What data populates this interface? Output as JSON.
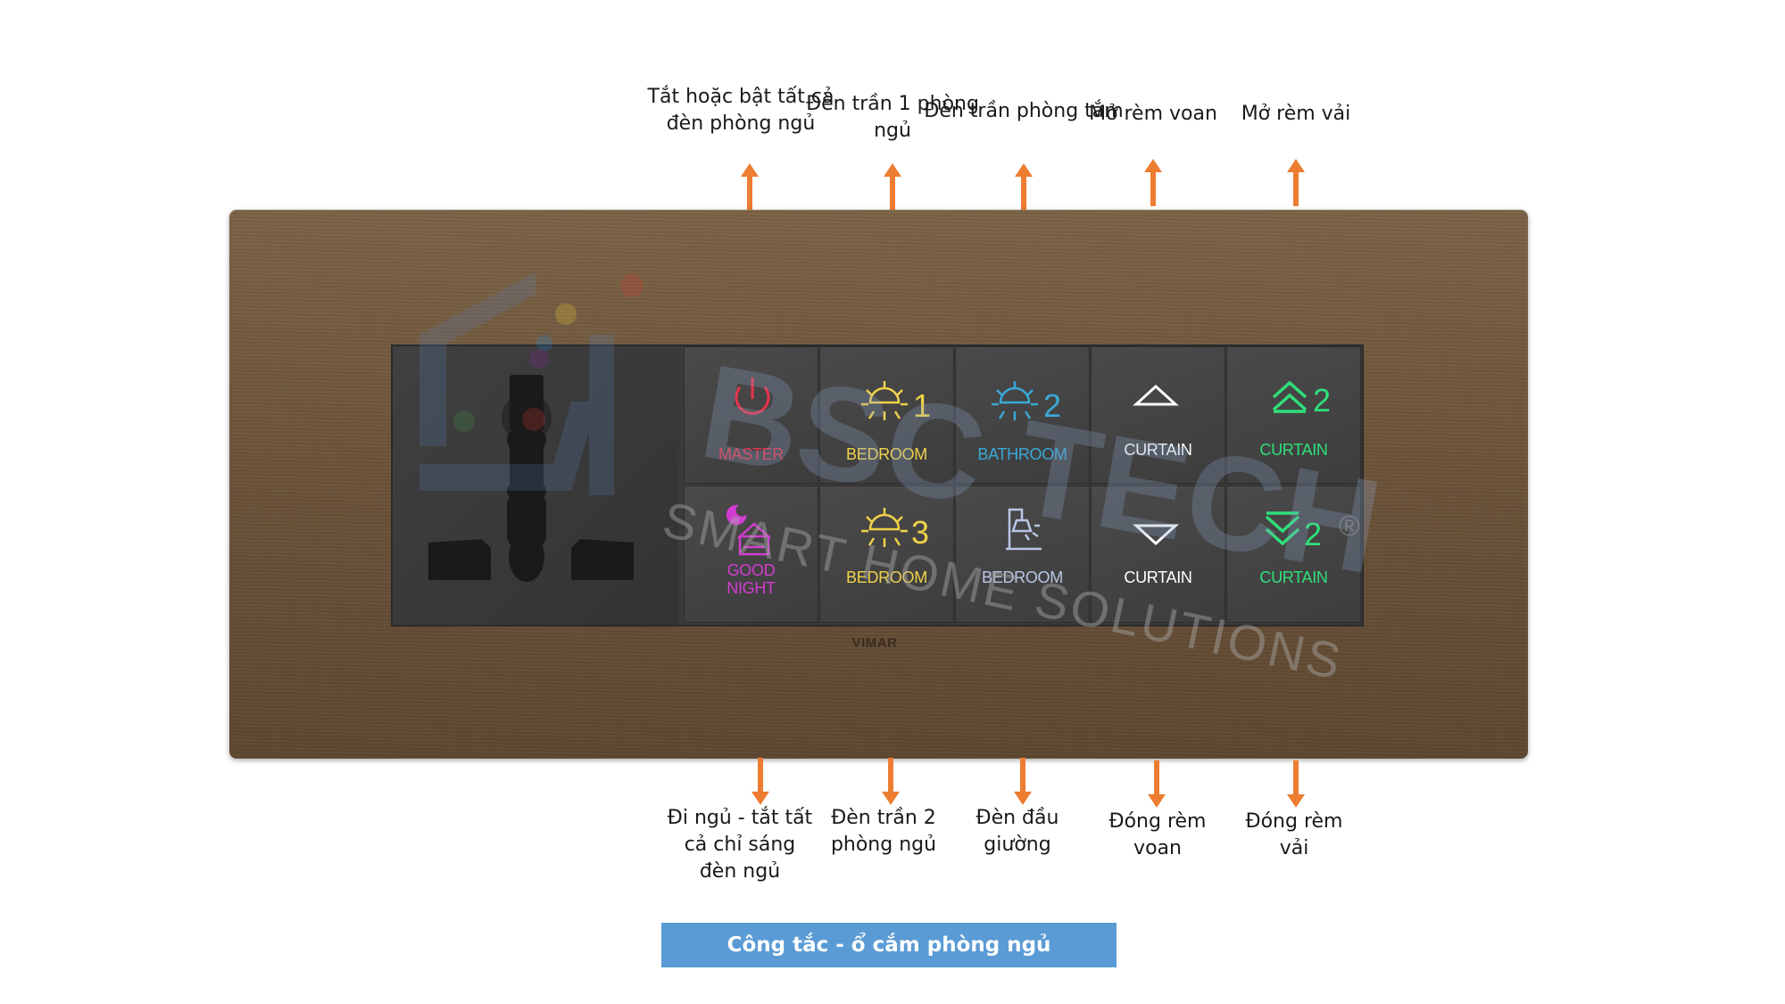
{
  "top_annotations": [
    "Tắt hoặc bật tất cả đèn phòng ngủ",
    "Đèn trần 1 phòng ngủ",
    "Đèn trần phòng tắm",
    "Mở rèm voan",
    "Mở rèm vải"
  ],
  "bottom_annotations": [
    "Đi ngủ - tắt tất cả chỉ sáng đèn ngủ",
    "Đèn trần 2 phòng ngủ",
    "Đèn đầu giường",
    "Đóng rèm voan",
    "Đóng rèm vải"
  ],
  "buttons": {
    "master": {
      "label": "MASTER",
      "color": "#e8344a",
      "icon": "power-icon"
    },
    "bedroom1": {
      "label": "BEDROOM",
      "number": "1",
      "color": "#f0d24a",
      "icon": "ceiling-light-icon"
    },
    "bathroom2": {
      "label": "BATHROOM",
      "number": "2",
      "color": "#3aa8d6",
      "icon": "ceiling-light-icon"
    },
    "curtain_up": {
      "label": "CURTAIN",
      "color": "#ffffff",
      "icon": "chevron-up-icon"
    },
    "curtain2_up": {
      "label": "CURTAIN",
      "number": "2",
      "color": "#2ee07a",
      "icon": "double-chevron-up-icon"
    },
    "goodnight": {
      "label_line1": "GOOD",
      "label_line2": "NIGHT",
      "color": "#d23cd0",
      "icon": "moon-bed-icon"
    },
    "bedroom3": {
      "label": "BEDROOM",
      "number": "3",
      "color": "#f0d24a",
      "icon": "ceiling-light-icon"
    },
    "bedroom_lamp": {
      "label": "BEDROOM",
      "color": "#b9c6e6",
      "icon": "bedside-lamp-icon"
    },
    "curtain_down": {
      "label": "CURTAIN",
      "color": "#ffffff",
      "icon": "chevron-down-icon"
    },
    "curtain2_down": {
      "label": "CURTAIN",
      "number": "2",
      "color": "#2ee07a",
      "icon": "double-chevron-down-icon"
    }
  },
  "brand": "VIMAR",
  "watermark": {
    "line1": "BSC TECH",
    "line2": "SMART HOME SOLUTIONS",
    "registered": "®"
  },
  "caption": "Công tắc - ổ cắm phòng ngủ",
  "colors": {
    "arrow": "#ed7d31",
    "caption_bg": "#5b9bd5",
    "plate": "#6a5238"
  }
}
